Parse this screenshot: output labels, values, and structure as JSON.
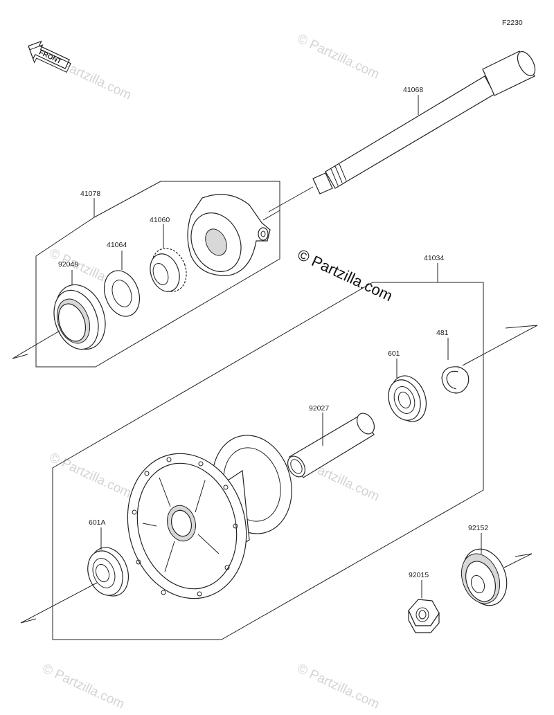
{
  "diagram_code": "F2230",
  "front_label": "FRONT",
  "watermark_center": "© Partzilla.com",
  "watermark_faint": "© Partzilla.com",
  "parts": {
    "p41068": "41068",
    "p41078": "41078",
    "p41060": "41060",
    "p41064": "41064",
    "p92049": "92049",
    "p41034": "41034",
    "p481": "481",
    "p601": "601",
    "p92027": "92027",
    "p601A": "601A",
    "p92152": "92152",
    "p92015": "92015"
  },
  "colors": {
    "line": "#222222",
    "watermark": "#d4d4d4",
    "shade": "#d8d8d8"
  }
}
